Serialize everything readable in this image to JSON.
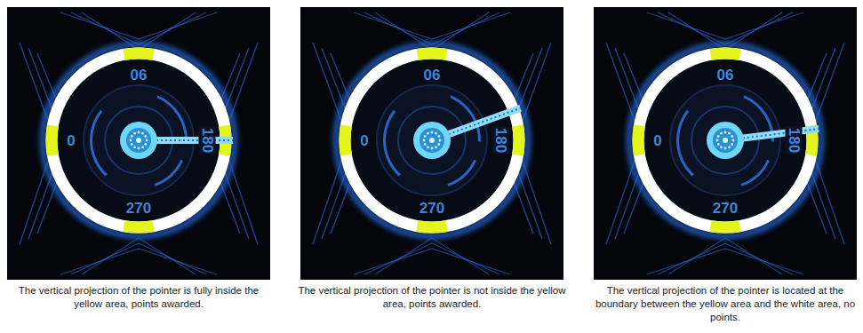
{
  "diagram": {
    "labels": [
      "06",
      "0",
      "180",
      "270",
      "The vertical projection of the pointer is fully inside the yellow area, points awarded.",
      "06",
      "0",
      "180",
      "270",
      "The vertical projection of the pointer is not inside the yellow area, points awarded.",
      "06",
      "0",
      "180",
      "270",
      "The vertical projection of the pointer is located at the boundary between the yellow area and the white area, no points."
    ]
  }
}
